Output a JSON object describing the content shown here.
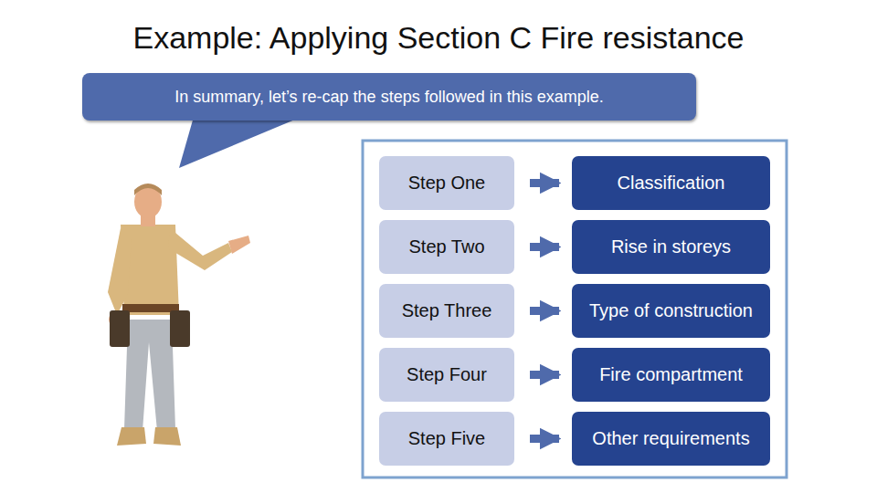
{
  "diagram": {
    "title": "Example: Applying Section C Fire resistance",
    "nodes": [
      {
        "text": [
          "In summary, let’s re-cap the steps followed in this example."
        ]
      },
      {
        "text": [
          "Step One"
        ]
      },
      {
        "text": [
          "Classification"
        ]
      },
      {
        "text": [
          "Step Two"
        ]
      },
      {
        "text": [
          "Rise in storeys"
        ]
      },
      {
        "text": [
          "Step Three"
        ]
      },
      {
        "text": [
          "Type of construction"
        ]
      },
      {
        "text": [
          "Step Four"
        ]
      },
      {
        "text": [
          "Fire compartment"
        ]
      },
      {
        "text": [
          "Step Five"
        ]
      },
      {
        "text": [
          "Other requirements"
        ]
      }
    ],
    "edges": [
      {
        "from": 1,
        "to": 2,
        "arrow": "to"
      },
      {
        "from": 3,
        "to": 4,
        "arrow": "to"
      },
      {
        "from": 5,
        "to": 6,
        "arrow": "to"
      },
      {
        "from": 7,
        "to": 8,
        "arrow": "to"
      },
      {
        "from": 9,
        "to": 10,
        "arrow": "to"
      }
    ]
  }
}
